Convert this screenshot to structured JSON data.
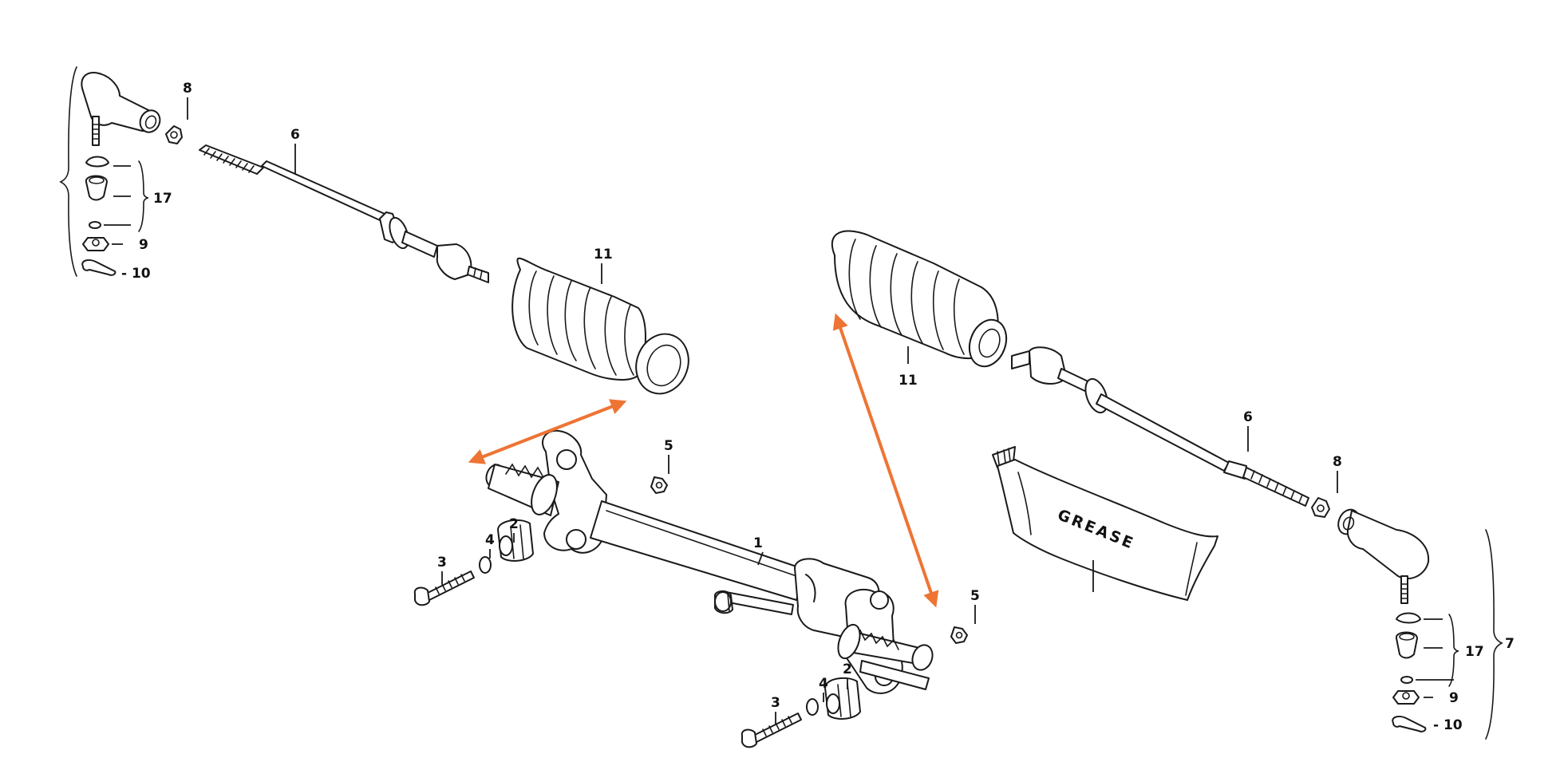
{
  "diagram": {
    "callouts": {
      "c1": "1",
      "c2a": "2",
      "c2b": "2",
      "c3a": "3",
      "c3b": "3",
      "c4a": "4",
      "c4b": "4",
      "c5a": "5",
      "c5b": "5",
      "c6a": "6",
      "c6b": "6",
      "c7": "7",
      "c8a": "8",
      "c8b": "8",
      "c9a": "9",
      "c9b": "9",
      "c10a": "- 10",
      "c10b": "- 10",
      "c11a": "11",
      "c11b": "11",
      "c17a": "17",
      "c17b": "17"
    },
    "grease_label": "GREASE",
    "colors": {
      "line": "#1a1a1a",
      "arrow": "#ee7434",
      "background": "#ffffff"
    }
  }
}
